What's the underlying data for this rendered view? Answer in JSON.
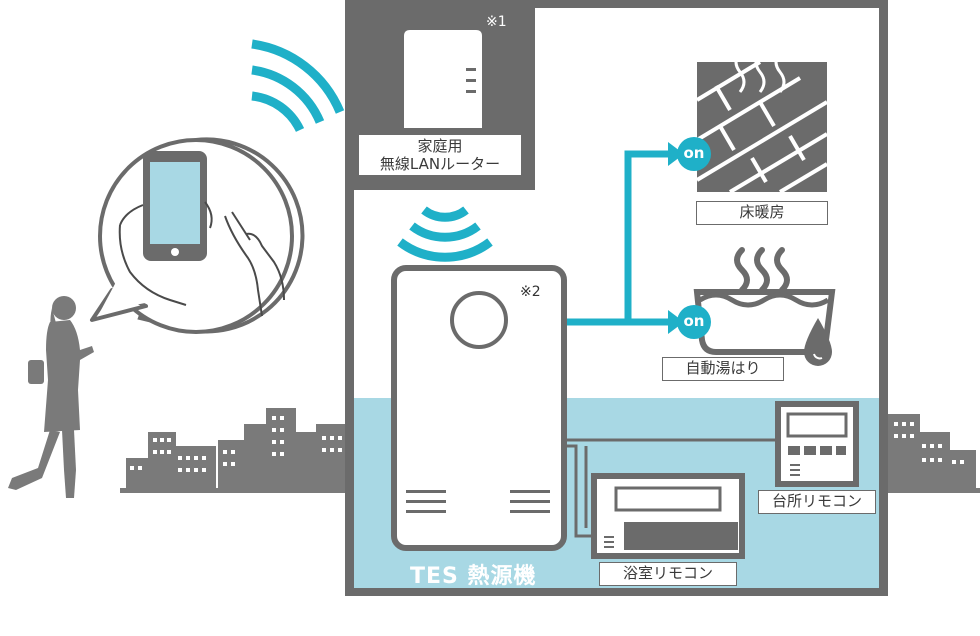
{
  "router": {
    "label_line1": "家庭用",
    "label_line2": "無線LANルーター",
    "note": "※1"
  },
  "heat_source": {
    "label": "TES 熱源機",
    "note": "※2"
  },
  "devices": {
    "floor_heating": {
      "label": "床暖房",
      "state": "on"
    },
    "auto_bath": {
      "label": "自動湯はり",
      "state": "on"
    },
    "kitchen_remote": {
      "label": "台所リモコン"
    },
    "bathroom_remote": {
      "label": "浴室リモコン"
    }
  },
  "colors": {
    "accent": "#1fb0c8",
    "house_wall": "#6b6b6b",
    "floor": "#a8d8e4",
    "city": "#7a7a7a"
  },
  "icons": [
    "wifi-icon",
    "smartphone-icon",
    "person-icon",
    "router-icon",
    "floor-heating-icon",
    "bathtub-icon",
    "water-drop-icon",
    "remote-control-icon",
    "city-buildings-icon"
  ]
}
